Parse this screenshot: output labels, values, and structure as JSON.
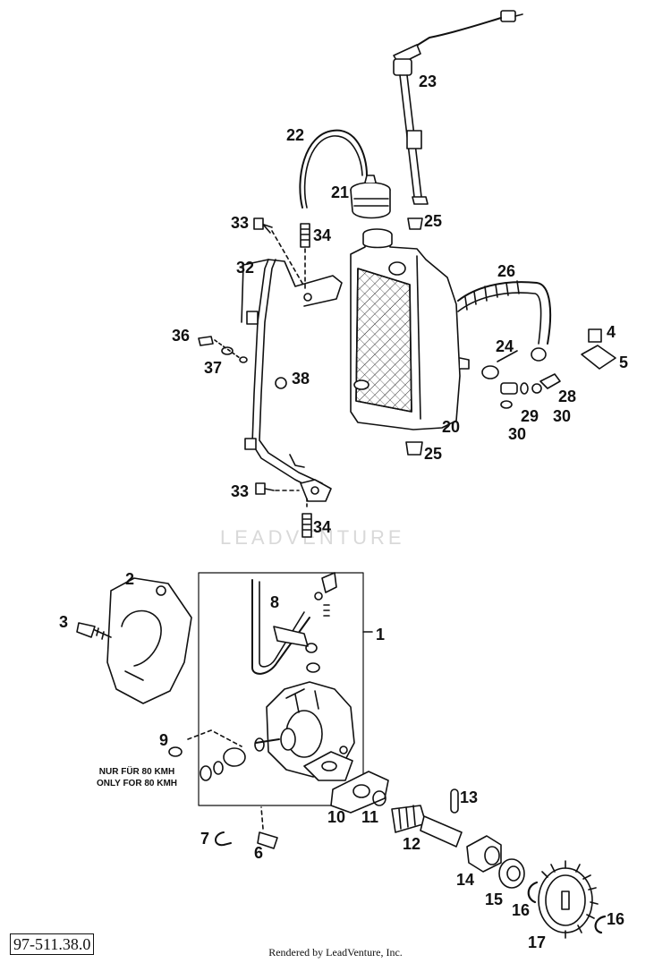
{
  "diagram": {
    "labels": [
      {
        "id": "l1",
        "text": "1"
      },
      {
        "id": "l2",
        "text": "2"
      },
      {
        "id": "l3",
        "text": "3"
      },
      {
        "id": "l4",
        "text": "4"
      },
      {
        "id": "l5",
        "text": "5"
      },
      {
        "id": "l6",
        "text": "6"
      },
      {
        "id": "l7",
        "text": "7"
      },
      {
        "id": "l8",
        "text": "8"
      },
      {
        "id": "l9",
        "text": "9"
      },
      {
        "id": "l10",
        "text": "10"
      },
      {
        "id": "l11",
        "text": "11"
      },
      {
        "id": "l12",
        "text": "12"
      },
      {
        "id": "l13",
        "text": "13"
      },
      {
        "id": "l14",
        "text": "14"
      },
      {
        "id": "l15",
        "text": "15"
      },
      {
        "id": "l16a",
        "text": "16"
      },
      {
        "id": "l16b",
        "text": "16"
      },
      {
        "id": "l17",
        "text": "17"
      },
      {
        "id": "l20",
        "text": "20"
      },
      {
        "id": "l21",
        "text": "21"
      },
      {
        "id": "l22",
        "text": "22"
      },
      {
        "id": "l23",
        "text": "23"
      },
      {
        "id": "l24",
        "text": "24"
      },
      {
        "id": "l25a",
        "text": "25"
      },
      {
        "id": "l25b",
        "text": "25"
      },
      {
        "id": "l26",
        "text": "26"
      },
      {
        "id": "l28",
        "text": "28"
      },
      {
        "id": "l29",
        "text": "29"
      },
      {
        "id": "l30a",
        "text": "30"
      },
      {
        "id": "l30b",
        "text": "30"
      },
      {
        "id": "l32",
        "text": "32"
      },
      {
        "id": "l33a",
        "text": "33"
      },
      {
        "id": "l33b",
        "text": "33"
      },
      {
        "id": "l34a",
        "text": "34"
      },
      {
        "id": "l34b",
        "text": "34"
      },
      {
        "id": "l36",
        "text": "36"
      },
      {
        "id": "l37",
        "text": "37"
      },
      {
        "id": "l38",
        "text": "38"
      }
    ],
    "note_line1": "NUR FÜR 80 KMH",
    "note_line2": "ONLY FOR 80 KMH",
    "reference_number": "97-511.38.0",
    "watermark": "LEADVENTURE",
    "footer": "Rendered by LeadVenture, Inc."
  }
}
